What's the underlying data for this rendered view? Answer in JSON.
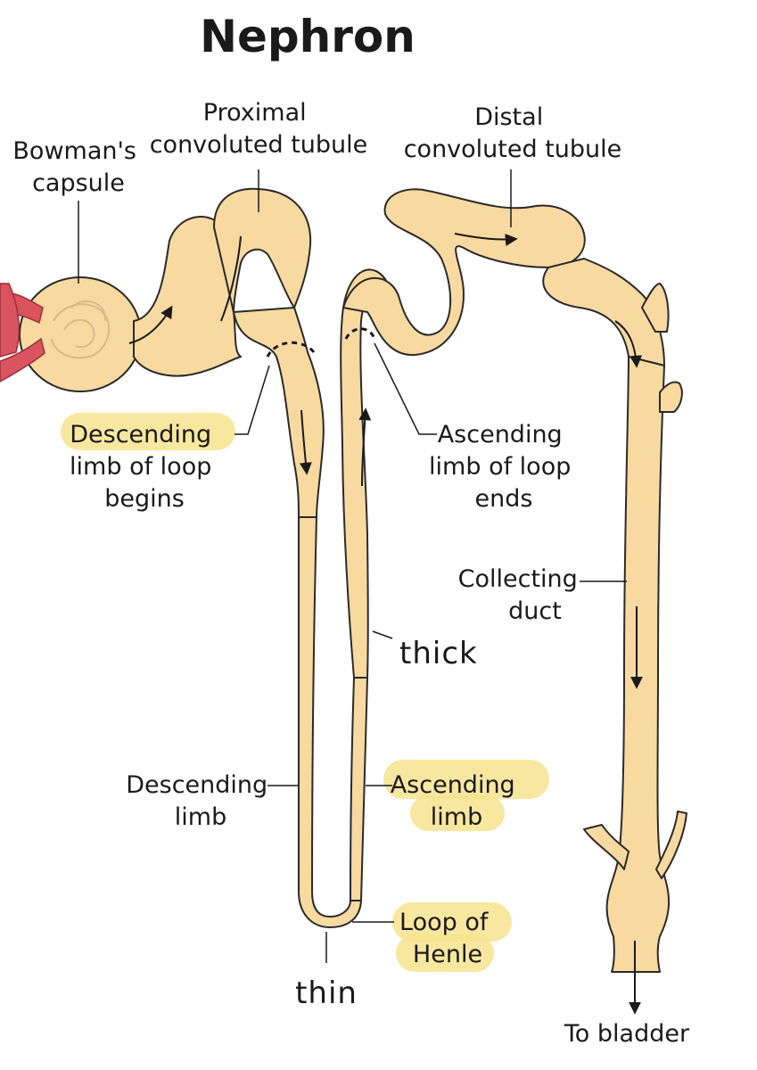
{
  "title": "Nephron",
  "colors": {
    "tubule": "#F8D9A0",
    "tubule_outline": "#2a2a2a",
    "glomerulus": "#F3D8A8",
    "vessel": "#D9545E",
    "highlight": "#F7E38E",
    "ink": "#1a1a1a"
  },
  "labels": {
    "bowmans": [
      "Bowman's",
      "capsule"
    ],
    "proximal": [
      "Proximal",
      "convoluted tubule"
    ],
    "distal": [
      "Distal",
      "convoluted tubule"
    ],
    "desc_begins": [
      "Descending",
      "limb of loop",
      "begins"
    ],
    "asc_ends": [
      "Ascending",
      "limb of loop",
      "ends"
    ],
    "collecting": [
      "Collecting",
      "duct"
    ],
    "thick": "thick",
    "desc_limb": [
      "Descending",
      "limb"
    ],
    "asc_limb": [
      "Ascending",
      "limb"
    ],
    "loop_henle": [
      "Loop of",
      "Henle"
    ],
    "thin": "thin",
    "to_bladder": "To bladder"
  },
  "highlighted": [
    "desc_begins.0",
    "asc_limb",
    "loop_henle"
  ]
}
